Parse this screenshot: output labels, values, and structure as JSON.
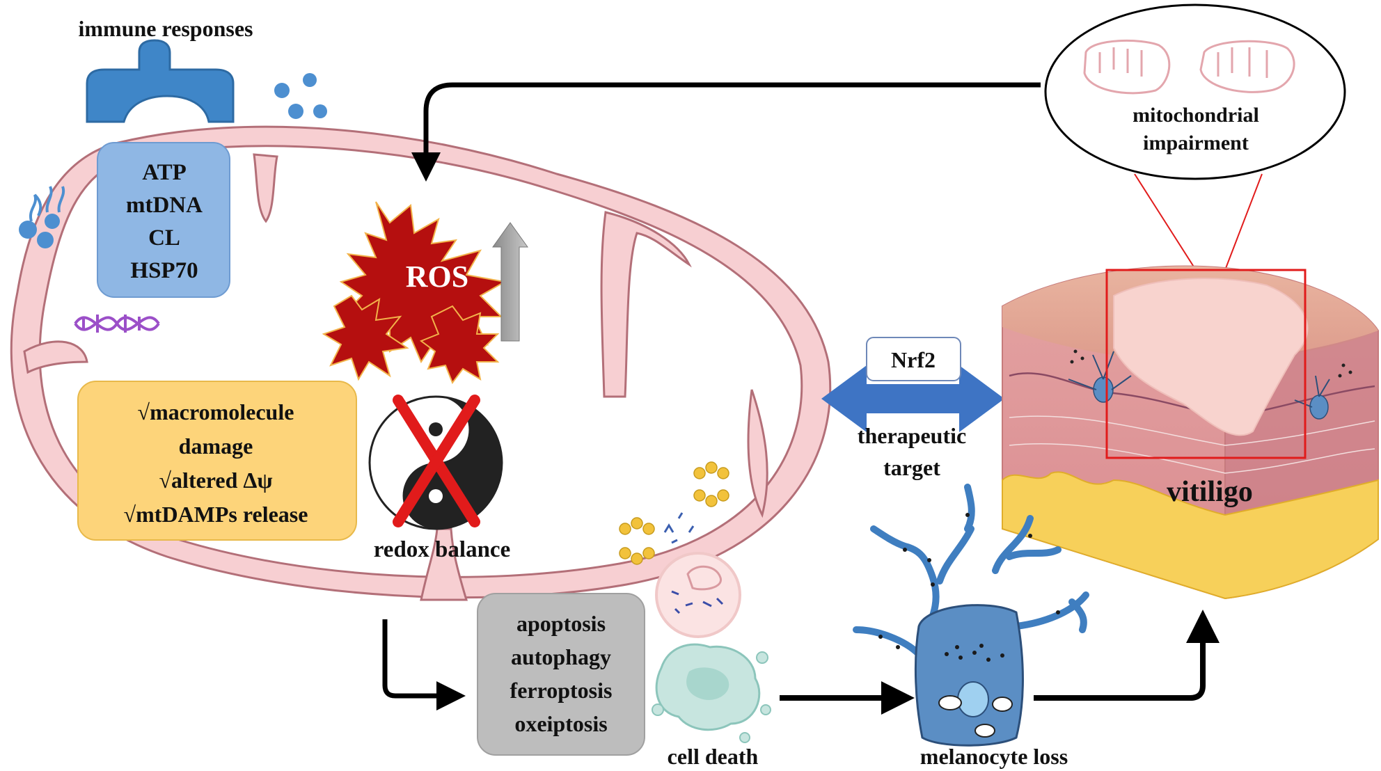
{
  "labels": {
    "immune_responses": "immune responses",
    "ros": "ROS",
    "redox_balance": "redox balance",
    "nrf2": "Nrf2",
    "therapeutic_target": [
      "therapeutic",
      "target"
    ],
    "mitochondrial_impairment": [
      "mitochondrial",
      "impairment"
    ],
    "vitiligo": "vitiligo",
    "cell_death": "cell death",
    "melanocyte_loss": "melanocyte loss"
  },
  "mtdamps_box": [
    "ATP",
    "mtDNA",
    "CL",
    "HSP70"
  ],
  "effects_box": [
    "√macromolecule",
    "damage",
    "√altered Δψ",
    "√mtDAMPs release"
  ],
  "death_box": [
    "apoptosis",
    "autophagy",
    "ferroptosis",
    "oxeiptosis"
  ],
  "colors": {
    "membrane": "#f7cfd2",
    "membrane_edge": "#b36f78",
    "receptor": "#3f86c8",
    "ros_star": "#b50f0f",
    "nrf2_arrow": "#3e74c4",
    "effects_box": "#fdd47a",
    "mtdamps_box": "#8fb7e4",
    "death_box": "#bdbdbd",
    "highlight": "#e11b1b"
  }
}
